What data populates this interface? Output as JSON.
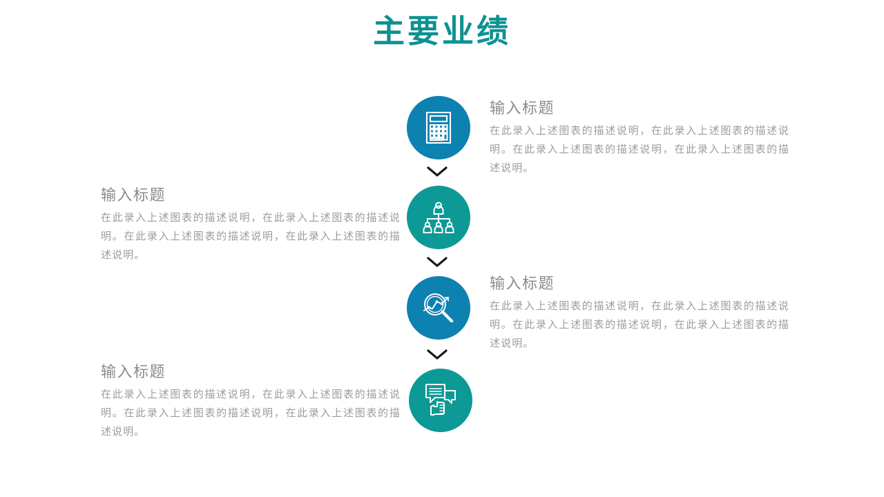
{
  "slide": {
    "title": "主要业绩",
    "background_color": "#ffffff",
    "title_color": "#0e9191"
  },
  "colors": {
    "blue": "#0d81b0",
    "teal": "#0d9996",
    "heading_gray": "#8b8b8b",
    "body_gray": "#9c9c9c",
    "chevron": "#1a1a1a",
    "icon_stroke": "#ffffff"
  },
  "items": [
    {
      "id": "item-1",
      "icon_name": "calculator-icon",
      "circle_color": "#0d81b0",
      "side": "right",
      "heading": "输入标题",
      "body": "在此录入上述图表的描述说明，在此录入上述图表的描述说明。在此录入上述图表的描述说明，在此录入上述图表的描述说明。"
    },
    {
      "id": "item-2",
      "icon_name": "org-chart-icon",
      "circle_color": "#0d9996",
      "side": "left",
      "heading": "输入标题",
      "body": "在此录入上述图表的描述说明，在此录入上述图表的描述说明。在此录入上述图表的描述说明，在此录入上述图表的描述说明。"
    },
    {
      "id": "item-3",
      "icon_name": "magnifier-chart-icon",
      "circle_color": "#0d81b0",
      "side": "right",
      "heading": "输入标题",
      "body": "在此录入上述图表的描述说明，在此录入上述图表的描述说明。在此录入上述图表的描述说明，在此录入上述图表的描述说明。"
    },
    {
      "id": "item-4",
      "icon_name": "feedback-thumbsup-icon",
      "circle_color": "#0d9996",
      "side": "left",
      "heading": "输入标题",
      "body": "在此录入上述图表的描述说明，在此录入上述图表的描述说明。在此录入上述图表的描述说明，在此录入上述图表的描述说明。"
    }
  ],
  "connectors": [
    {
      "id": "connector-1",
      "icon_name": "chevron-down-icon"
    },
    {
      "id": "connector-2",
      "icon_name": "chevron-down-icon"
    },
    {
      "id": "connector-3",
      "icon_name": "chevron-down-icon"
    }
  ]
}
